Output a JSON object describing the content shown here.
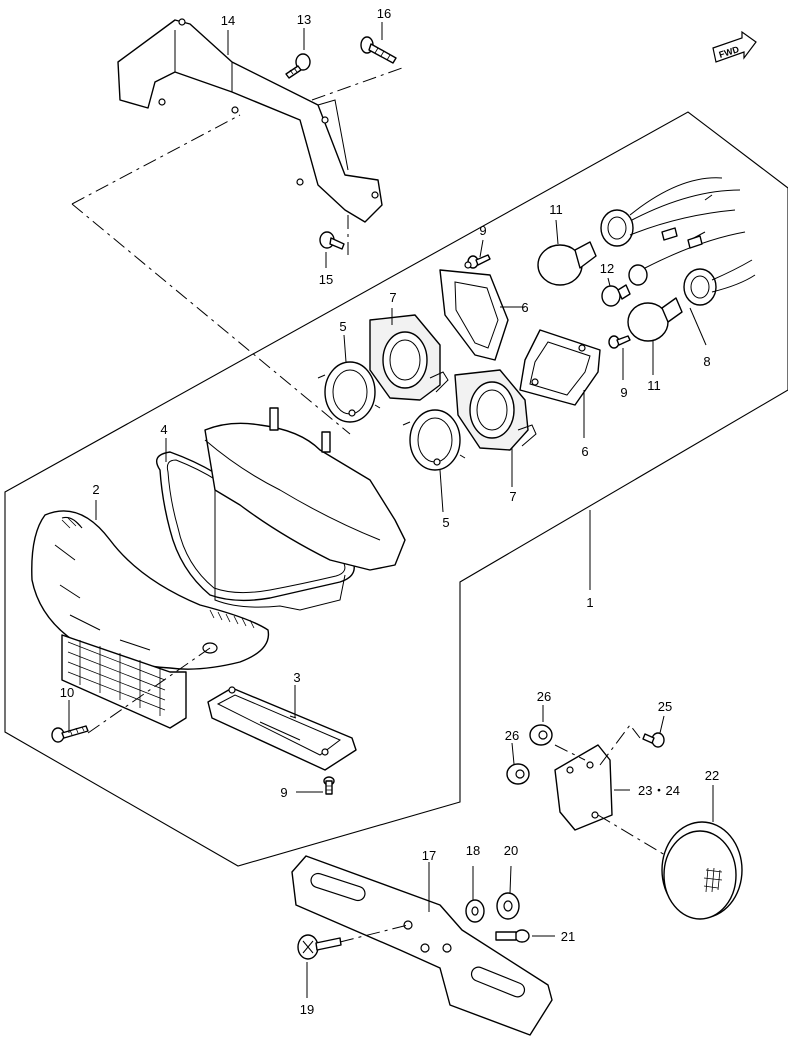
{
  "fwd_badge": "FWD",
  "callouts": {
    "p1": "1",
    "p2": "2",
    "p3": "3",
    "p4": "4",
    "p5a": "5",
    "p5b": "5",
    "p6a": "6",
    "p6b": "6",
    "p7a": "7",
    "p7b": "7",
    "p8": "8",
    "p9a": "9",
    "p9b": "9",
    "p9c": "9",
    "p10": "10",
    "p11a": "11",
    "p11b": "11",
    "p12": "12",
    "p13": "13",
    "p14": "14",
    "p15": "15",
    "p16": "16",
    "p17": "17",
    "p18": "18",
    "p19": "19",
    "p20": "20",
    "p21": "21",
    "p22": "22",
    "p23_24": "23・24",
    "p25": "25",
    "p26a": "26",
    "p26b": "26"
  }
}
